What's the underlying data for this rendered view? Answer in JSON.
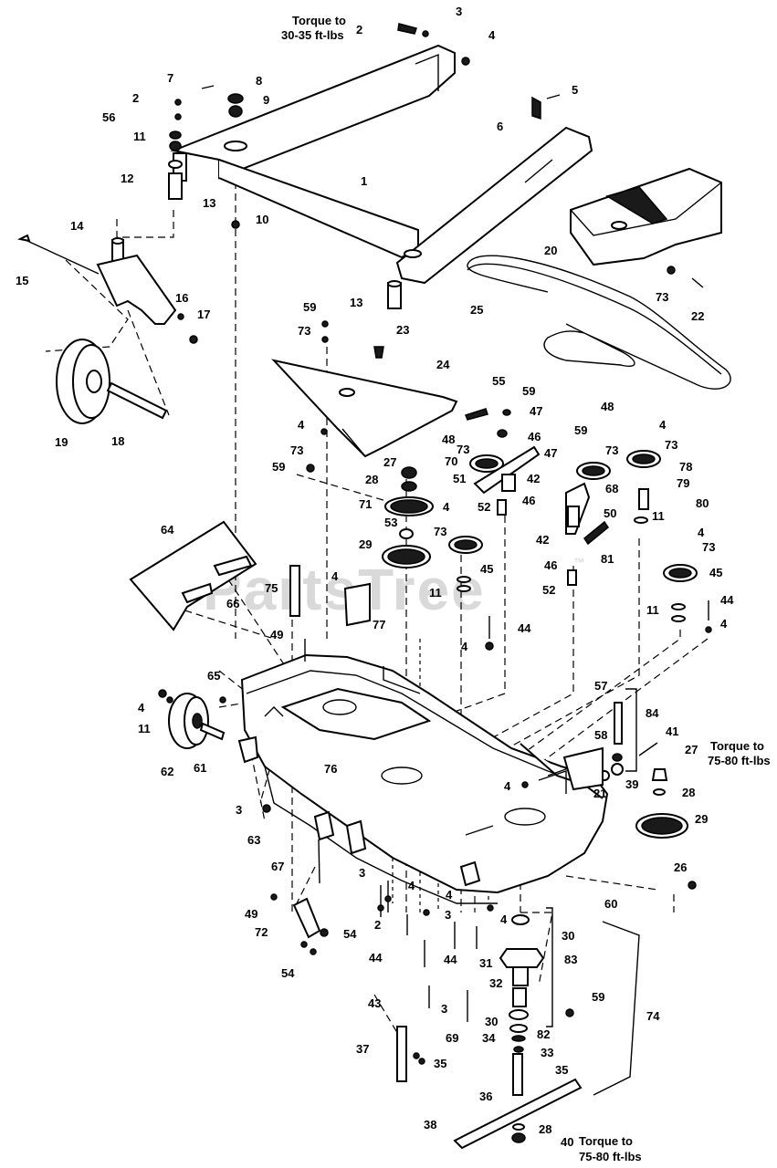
{
  "watermark": "PartsTree",
  "watermark_tm": "™",
  "notes": {
    "torque_top_line1": "Torque to",
    "torque_top_line2": "30-35 ft-lbs",
    "torque_right_line1": "Torque to",
    "torque_right_line2": "75-80 ft-lbs",
    "torque_bottom_line1": "Torque to",
    "torque_bottom_line2": "75-80 ft-lbs"
  },
  "callouts": [
    {
      "id": "c1",
      "num": "1"
    },
    {
      "id": "c2a",
      "num": "2"
    },
    {
      "id": "c2b",
      "num": "2"
    },
    {
      "id": "c2c",
      "num": "2"
    },
    {
      "id": "c3a",
      "num": "3"
    },
    {
      "id": "c3b",
      "num": "3"
    },
    {
      "id": "c3c",
      "num": "3"
    },
    {
      "id": "c3d",
      "num": "3"
    },
    {
      "id": "c3e",
      "num": "3"
    },
    {
      "id": "c4a",
      "num": "4"
    },
    {
      "id": "c4b",
      "num": "4"
    },
    {
      "id": "c4c",
      "num": "4"
    },
    {
      "id": "c4d",
      "num": "4"
    },
    {
      "id": "c4e",
      "num": "4"
    },
    {
      "id": "c4f",
      "num": "4"
    },
    {
      "id": "c4g",
      "num": "4"
    },
    {
      "id": "c4h",
      "num": "4"
    },
    {
      "id": "c4i",
      "num": "4"
    },
    {
      "id": "c4j",
      "num": "4"
    },
    {
      "id": "c4k",
      "num": "4"
    },
    {
      "id": "c4l",
      "num": "4"
    },
    {
      "id": "c4m",
      "num": "4"
    },
    {
      "id": "c5",
      "num": "5"
    },
    {
      "id": "c6",
      "num": "6"
    },
    {
      "id": "c7",
      "num": "7"
    },
    {
      "id": "c8",
      "num": "8"
    },
    {
      "id": "c9",
      "num": "9"
    },
    {
      "id": "c10",
      "num": "10"
    },
    {
      "id": "c11a",
      "num": "11"
    },
    {
      "id": "c11b",
      "num": "11"
    },
    {
      "id": "c11c",
      "num": "11"
    },
    {
      "id": "c11d",
      "num": "11"
    },
    {
      "id": "c11e",
      "num": "11"
    },
    {
      "id": "c12",
      "num": "12"
    },
    {
      "id": "c13a",
      "num": "13"
    },
    {
      "id": "c13b",
      "num": "13"
    },
    {
      "id": "c14",
      "num": "14"
    },
    {
      "id": "c15",
      "num": "15"
    },
    {
      "id": "c16",
      "num": "16"
    },
    {
      "id": "c17",
      "num": "17"
    },
    {
      "id": "c18",
      "num": "18"
    },
    {
      "id": "c19",
      "num": "19"
    },
    {
      "id": "c20",
      "num": "20"
    },
    {
      "id": "c21",
      "num": "21"
    },
    {
      "id": "c22",
      "num": "22"
    },
    {
      "id": "c23",
      "num": "23"
    },
    {
      "id": "c24",
      "num": "24"
    },
    {
      "id": "c25",
      "num": "25"
    },
    {
      "id": "c26",
      "num": "26"
    },
    {
      "id": "c27a",
      "num": "27"
    },
    {
      "id": "c27b",
      "num": "27"
    },
    {
      "id": "c28a",
      "num": "28"
    },
    {
      "id": "c28b",
      "num": "28"
    },
    {
      "id": "c28c",
      "num": "28"
    },
    {
      "id": "c29a",
      "num": "29"
    },
    {
      "id": "c29b",
      "num": "29"
    },
    {
      "id": "c30a",
      "num": "30"
    },
    {
      "id": "c30b",
      "num": "30"
    },
    {
      "id": "c31",
      "num": "31"
    },
    {
      "id": "c32",
      "num": "32"
    },
    {
      "id": "c33",
      "num": "33"
    },
    {
      "id": "c34",
      "num": "34"
    },
    {
      "id": "c35a",
      "num": "35"
    },
    {
      "id": "c35b",
      "num": "35"
    },
    {
      "id": "c36",
      "num": "36"
    },
    {
      "id": "c37",
      "num": "37"
    },
    {
      "id": "c38",
      "num": "38"
    },
    {
      "id": "c39",
      "num": "39"
    },
    {
      "id": "c40",
      "num": "40"
    },
    {
      "id": "c41",
      "num": "41"
    },
    {
      "id": "c42a",
      "num": "42"
    },
    {
      "id": "c42b",
      "num": "42"
    },
    {
      "id": "c43",
      "num": "43"
    },
    {
      "id": "c44a",
      "num": "44"
    },
    {
      "id": "c44b",
      "num": "44"
    },
    {
      "id": "c44c",
      "num": "44"
    },
    {
      "id": "c44d",
      "num": "44"
    },
    {
      "id": "c45a",
      "num": "45"
    },
    {
      "id": "c45b",
      "num": "45"
    },
    {
      "id": "c46a",
      "num": "46"
    },
    {
      "id": "c46b",
      "num": "46"
    },
    {
      "id": "c46c",
      "num": "46"
    },
    {
      "id": "c47a",
      "num": "47"
    },
    {
      "id": "c47b",
      "num": "47"
    },
    {
      "id": "c48a",
      "num": "48"
    },
    {
      "id": "c48b",
      "num": "48"
    },
    {
      "id": "c49a",
      "num": "49"
    },
    {
      "id": "c49b",
      "num": "49"
    },
    {
      "id": "c50",
      "num": "50"
    },
    {
      "id": "c51",
      "num": "51"
    },
    {
      "id": "c52a",
      "num": "52"
    },
    {
      "id": "c52b",
      "num": "52"
    },
    {
      "id": "c53",
      "num": "53"
    },
    {
      "id": "c54a",
      "num": "54"
    },
    {
      "id": "c54b",
      "num": "54"
    },
    {
      "id": "c55",
      "num": "55"
    },
    {
      "id": "c56",
      "num": "56"
    },
    {
      "id": "c57",
      "num": "57"
    },
    {
      "id": "c58",
      "num": "58"
    },
    {
      "id": "c59a",
      "num": "59"
    },
    {
      "id": "c59b",
      "num": "59"
    },
    {
      "id": "c59c",
      "num": "59"
    },
    {
      "id": "c59d",
      "num": "59"
    },
    {
      "id": "c59e",
      "num": "59"
    },
    {
      "id": "c60",
      "num": "60"
    },
    {
      "id": "c61",
      "num": "61"
    },
    {
      "id": "c62",
      "num": "62"
    },
    {
      "id": "c63",
      "num": "63"
    },
    {
      "id": "c64",
      "num": "64"
    },
    {
      "id": "c65",
      "num": "65"
    },
    {
      "id": "c66",
      "num": "66"
    },
    {
      "id": "c67",
      "num": "67"
    },
    {
      "id": "c68",
      "num": "68"
    },
    {
      "id": "c69",
      "num": "69"
    },
    {
      "id": "c70",
      "num": "70"
    },
    {
      "id": "c71",
      "num": "71"
    },
    {
      "id": "c72",
      "num": "72"
    },
    {
      "id": "c73a",
      "num": "73"
    },
    {
      "id": "c73b",
      "num": "73"
    },
    {
      "id": "c73c",
      "num": "73"
    },
    {
      "id": "c73d",
      "num": "73"
    },
    {
      "id": "c73e",
      "num": "73"
    },
    {
      "id": "c73f",
      "num": "73"
    },
    {
      "id": "c73g",
      "num": "73"
    },
    {
      "id": "c73h",
      "num": "73"
    },
    {
      "id": "c74",
      "num": "74"
    },
    {
      "id": "c75",
      "num": "75"
    },
    {
      "id": "c76",
      "num": "76"
    },
    {
      "id": "c77",
      "num": "77"
    },
    {
      "id": "c78",
      "num": "78"
    },
    {
      "id": "c79",
      "num": "79"
    },
    {
      "id": "c80",
      "num": "80"
    },
    {
      "id": "c81",
      "num": "81"
    },
    {
      "id": "c82",
      "num": "82"
    },
    {
      "id": "c83",
      "num": "83"
    },
    {
      "id": "c84",
      "num": "84"
    }
  ]
}
